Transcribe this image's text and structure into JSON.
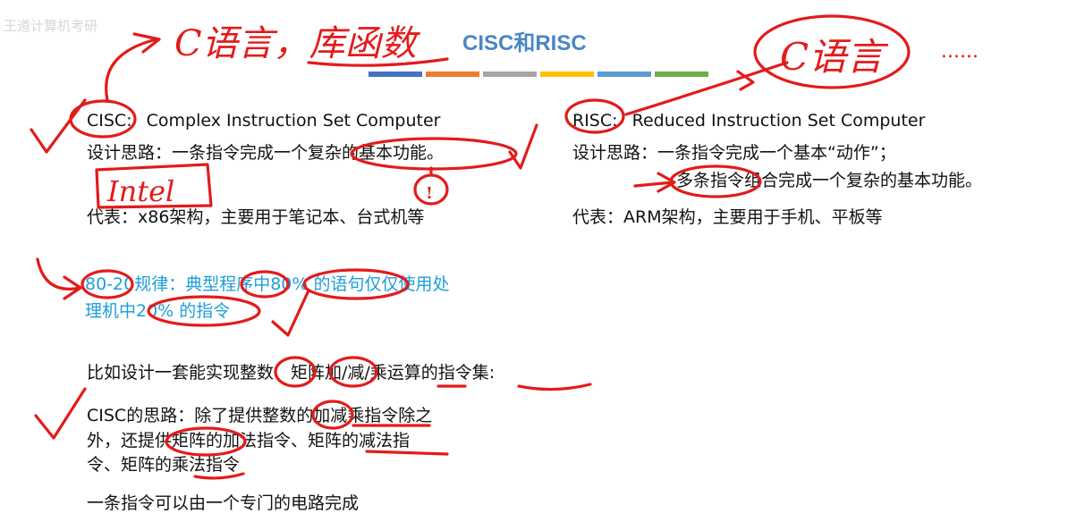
{
  "header": {
    "title": "CISC和RISC",
    "watermark": "王道计算机考研",
    "color_bar": [
      "#4472c4",
      "#ed7d31",
      "#a5a5a5",
      "#ffc000",
      "#5b9bd5",
      "#70ad47"
    ]
  },
  "cisc": {
    "heading_abbr": "CISC:",
    "heading_full": "Complex Instruction Set Computer",
    "design_idea": "设计思路：一条指令完成一个复杂的基本功能。",
    "representative": "代表：x86架构，主要用于笔记本、台式机等",
    "rule_line1": "80-20规律：典型程序中80% 的语句仅仅使用处",
    "rule_line2": "理机中20% 的指令"
  },
  "risc": {
    "heading_abbr": "RISC:",
    "heading_full": "Reduced Instruction Set Computer",
    "design_idea_line1": "设计思路：一条指令完成一个基本“动作”；",
    "design_idea_line2": "多条指令组合完成一个复杂的基本功能。",
    "representative": "代表：ARM架构，主要用于手机、平板等"
  },
  "example": {
    "intro": "比如设计一套能实现整数、矩阵加/减/乘运算的指令集:",
    "cisc_idea_line1": "CISC的思路：除了提供整数的加减乘指令除之",
    "cisc_idea_line2": "外，还提供矩阵的加法指令、矩阵的减法指",
    "cisc_idea_line3": "令、矩阵的乘法指令",
    "conclusion": "一条指令可以由一个专门的电路完成"
  },
  "annotations": {
    "handwritten_1": "C语言，库函数",
    "handwritten_2": "C语言",
    "handwritten_3": "Intel",
    "handwritten_dots": "......",
    "handwritten_mark": "!",
    "ink_color": "#e31b1b"
  }
}
